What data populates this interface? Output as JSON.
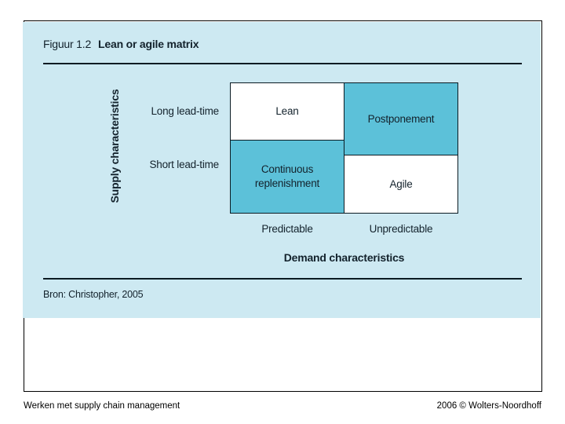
{
  "slide": {
    "figure": {
      "label": "Figuur 1.2",
      "title": "Lean or agile matrix",
      "y_axis_title": "Supply characteristics",
      "row_labels": [
        "Long lead-time",
        "Short lead-time"
      ],
      "col_labels": [
        "Predictable",
        "Unpredictable"
      ],
      "x_axis_title": "Demand characteristics",
      "cells": {
        "top_left": "Lean",
        "top_right": "Postponement",
        "bottom_left": "Continuous replenishment",
        "bottom_right": "Agile"
      },
      "source": "Bron: Christopher, 2005"
    },
    "footer": {
      "left": "Werken met supply chain management",
      "right": "2006 © Wolters-Noordhoff"
    },
    "colors": {
      "panel_bg": "#cde9f2",
      "quadrant_fill": "#5cc1d9",
      "quadrant_plain": "#ffffff",
      "figure_text": "#13222c",
      "line_color": "#0b1b23"
    }
  }
}
